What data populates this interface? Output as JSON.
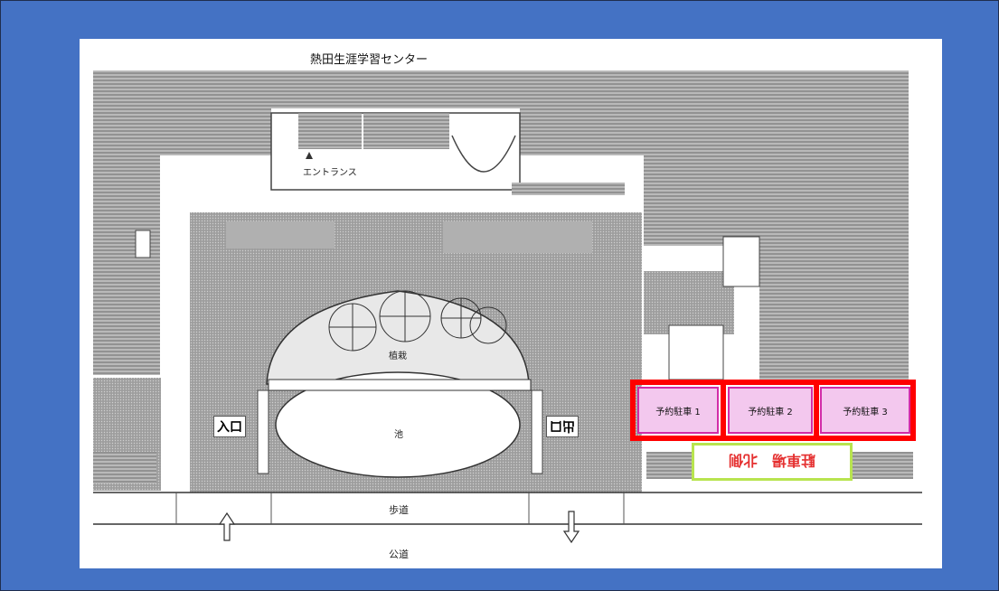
{
  "map": {
    "title": "熱田生涯学習センター",
    "entrance": "エントランス",
    "planting": "植栽",
    "pond": "池",
    "entry": "入口",
    "exit": "出口",
    "sidewalk": "歩道",
    "public_road": "公道",
    "reserved_spots": [
      "予約駐車 1",
      "予約駐車 2",
      "予約駐車 3"
    ],
    "parking_sign": "駐車場　北側",
    "colors": {
      "background": "#4472c4",
      "highlight_border": "#ff0000",
      "reserved_fill": "#f3c8ee",
      "sign_border": "#b8e44f",
      "sign_text": "#e53030"
    }
  }
}
